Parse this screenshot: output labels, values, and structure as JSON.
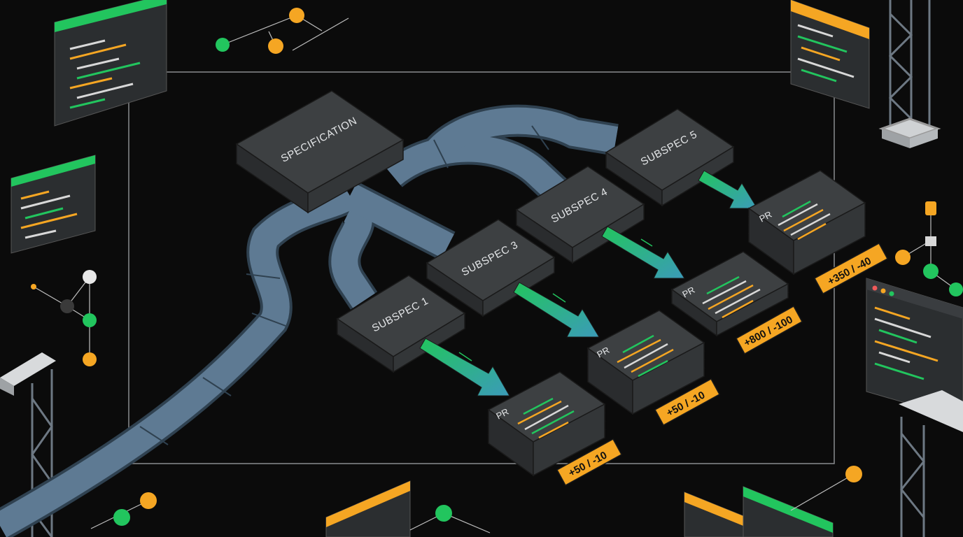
{
  "spec": {
    "label": "SPECIFICATION"
  },
  "subspecs": [
    {
      "label": "SUBSPEC 1",
      "pr_label": "PR",
      "diff": "+50 / -10"
    },
    {
      "label": "SUBSPEC 3",
      "pr_label": "PR",
      "diff": "+50 / -10"
    },
    {
      "label": "SUBSPEC 4",
      "pr_label": "PR",
      "diff": "+800 / -100"
    },
    {
      "label": "SUBSPEC 5",
      "pr_label": "PR",
      "diff": "+350 / -40"
    }
  ],
  "colors": {
    "background": "#0b0b0b",
    "block_top": "#3d4042",
    "block_side": "#2a2c2e",
    "pipe": "#5e7a93",
    "arrow_start": "#22c55e",
    "arrow_end": "#3b9bb8",
    "badge": "#f5a623",
    "accent_green": "#22c55e",
    "accent_orange": "#f5a623"
  }
}
